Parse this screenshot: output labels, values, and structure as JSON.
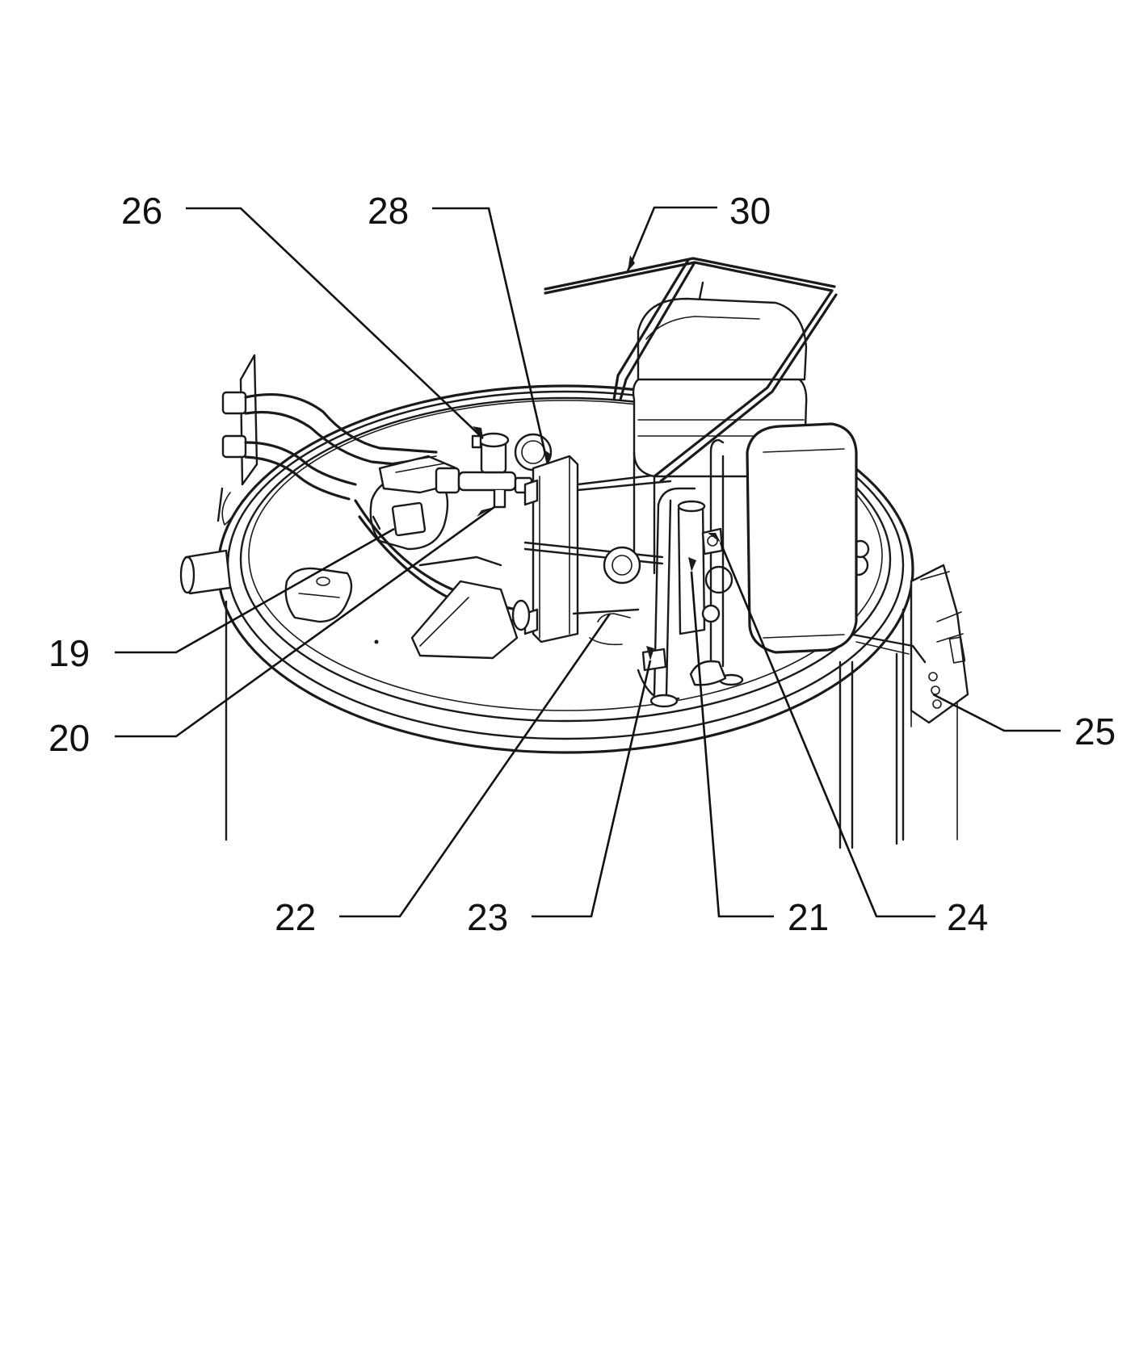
{
  "figure": {
    "labels": {
      "l19": "19",
      "l20": "20",
      "l21": "21",
      "l22": "22",
      "l23": "23",
      "l24": "24",
      "l25": "25",
      "l26": "26",
      "l28": "28",
      "l30": "30"
    }
  }
}
